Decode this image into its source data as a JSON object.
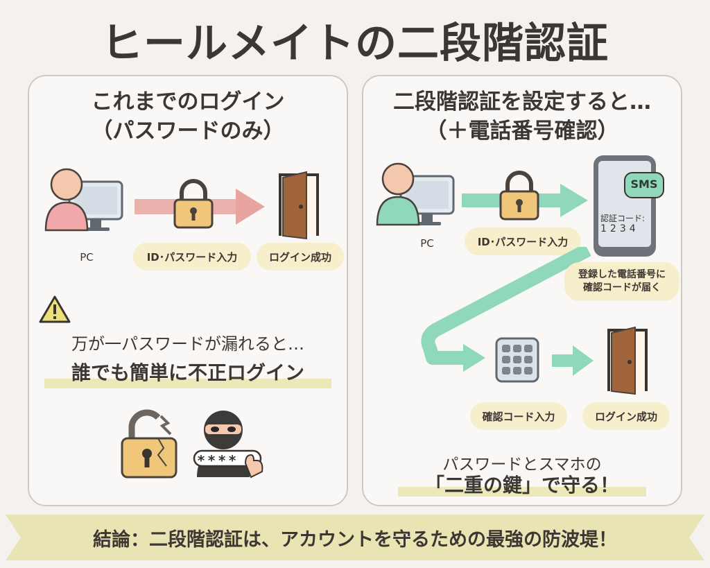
{
  "title": "ヒールメイトの二段階認証",
  "left": {
    "heading_line1": "これまでのログイン",
    "heading_line2": "（パスワードのみ）",
    "pc_label": "PC",
    "step1": "ID･パスワード入力",
    "step2": "ログイン成功",
    "warning_line": "万が一パスワードが漏れると…",
    "warning_emphasis": "誰でも簡単に不正ログイン",
    "password_mask": "****"
  },
  "right": {
    "heading_line1": "二段階認証を設定すると…",
    "heading_line2": "（＋電話番号確認）",
    "pc_label": "PC",
    "step1": "ID･パスワード入力",
    "sms_label": "SMS",
    "code_label": "認証コード:",
    "code_value": "1234",
    "sms_note_line1": "登録した電話番号に",
    "sms_note_line2": "確認コードが届く",
    "step_code": "確認コード入力",
    "step_success": "ログイン成功",
    "summary_line1": "パスワードとスマホの",
    "summary_line2": "「二重の鍵」で守る！"
  },
  "banner": "結論：二段階認証は、アカウントを守るための最強の防波堤！",
  "colors": {
    "pink_arrow": "#e8a5a0",
    "green_arrow": "#8fd8bc",
    "lock": "#f0c67a",
    "door": "#a0643a",
    "pill": "#f7eecb",
    "banner": "#e9e4b4"
  }
}
